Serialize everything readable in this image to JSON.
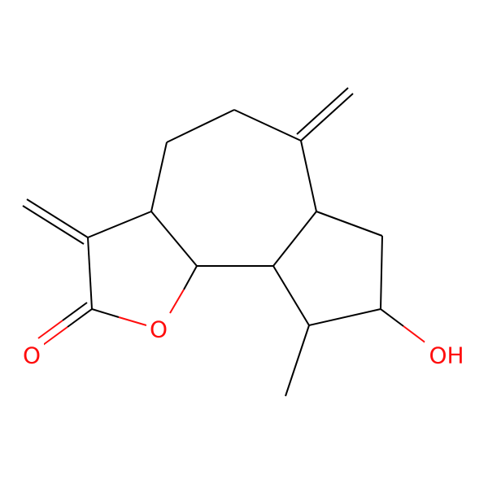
{
  "molecule": {
    "colors": {
      "carbon_bond": "#000000",
      "oxygen": "#FF0D0D",
      "background": "#FFFFFF"
    },
    "atoms": [
      {
        "id": "O_carbonyl",
        "element": "O",
        "label": "O"
      },
      {
        "id": "O_ring",
        "element": "O",
        "label": "O"
      },
      {
        "id": "O_hydroxyl",
        "element": "O",
        "label": "OH"
      }
    ]
  }
}
